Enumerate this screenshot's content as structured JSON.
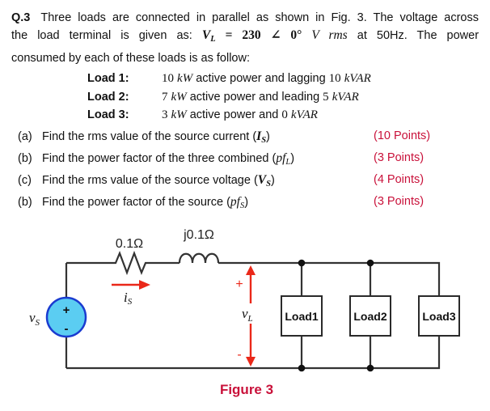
{
  "intro": {
    "q_label": "Q.3",
    "line1": "Three loads are connected in parallel as shown in Fig. 3. The voltage across",
    "line2_plain1": "the load terminal is given as:",
    "math_v": "V",
    "math_v_sub": "L",
    "math_eq": "= 230 ∠ 0°",
    "math_unit": "V rms",
    "line2_plain2": "at 50Hz. The power",
    "line3": "consumed by each of these loads is as follow:"
  },
  "loads": [
    {
      "label": "Load 1:",
      "n1": "10",
      "u1": "kW",
      "mid": "active power and lagging",
      "n2": "10",
      "u2": "kVAR"
    },
    {
      "label": "Load 2:",
      "n1": "7",
      "u1": "kW",
      "mid": "active power and leading",
      "n2": "5",
      "u2": "kVAR"
    },
    {
      "label": "Load 3:",
      "n1": "3",
      "u1": "kW",
      "mid": "active power and",
      "n2": "0",
      "u2": "kVAR"
    }
  ],
  "questions": [
    {
      "marker": "(a)",
      "text": "Find the rms value of the source current (",
      "sym": "I",
      "sub": "S",
      "close": ")",
      "points": "(10 Points)"
    },
    {
      "marker": "(b)",
      "text": "Find the power factor of the three combined (",
      "sym": "pf",
      "sub": "L",
      "close": ")",
      "points": "(3 Points)"
    },
    {
      "marker": "(c)",
      "text": "Find the rms value of the source voltage (",
      "sym": "V",
      "sub": "S",
      "close": ")",
      "points": "(4 Points)"
    },
    {
      "marker": "(b)",
      "text": "Find the power factor of the source (",
      "sym": "pf",
      "sub": "S",
      "close": ")",
      "points": "(3 Points)"
    }
  ],
  "circuit": {
    "resistor_label": "0.1Ω",
    "inductor_label": "j0.1Ω",
    "current_label": "i",
    "current_sub": "S",
    "source_label": "v",
    "source_sub": "S",
    "source_plus": "+",
    "source_minus": "-",
    "vl_plus": "+",
    "vl_minus": "-",
    "vl_label": "v",
    "vl_sub": "L",
    "load_boxes": [
      "Load1",
      "Load2",
      "Load3"
    ],
    "caption": "Figure 3"
  },
  "colors": {
    "accent_red": "#c9113a",
    "arrow_red": "#ea2819",
    "source_fill": "#5bcdf2",
    "source_stroke": "#1a3bd0",
    "wire": "#333333"
  }
}
